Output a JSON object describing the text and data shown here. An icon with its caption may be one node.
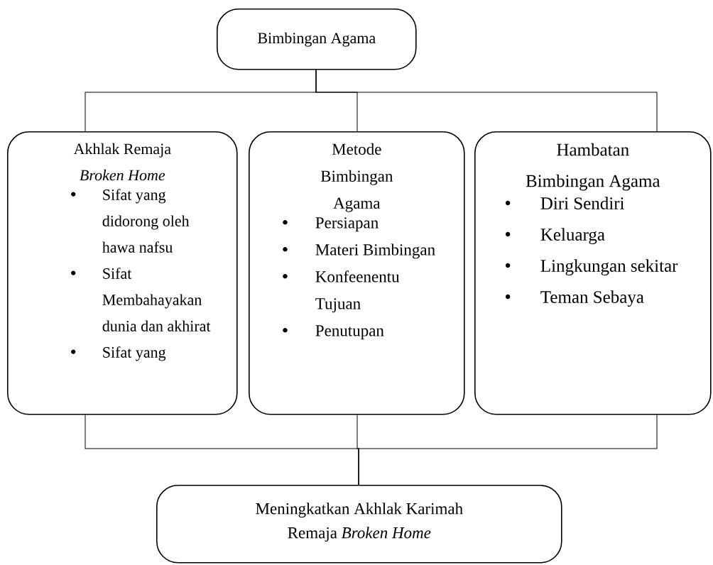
{
  "diagram": {
    "nodes": [
      {
        "text": [
          "Bimbingan Agama"
        ]
      },
      {
        "text": [
          "Akhlak Remaja *Broken Home*",
          "Sifat yang didorong oleh hawa nafsu",
          "Sifat Membahayakan dunia dan akhirat",
          "Sifat yang"
        ]
      },
      {
        "text": [
          "Metode Bimbingan Agama",
          "Persiapan",
          "Materi Bimbingan",
          "Konfeenentu Tujuan",
          "Penutupan"
        ]
      },
      {
        "text": [
          "Hambatan Bimbingan Agama",
          "Diri Sendiri",
          "Keluarga",
          "Lingkungan sekitar",
          "Teman Sebaya"
        ]
      },
      {
        "text": [
          "Meningkatkan Akhlak Karimah Remaja *Broken Home*"
        ]
      }
    ],
    "edges": [
      {
        "from": 0,
        "to": 1,
        "arrow": "none"
      },
      {
        "from": 0,
        "to": 2,
        "arrow": "none"
      },
      {
        "from": 0,
        "to": 3,
        "arrow": "none"
      },
      {
        "from": 1,
        "to": 4,
        "arrow": "none"
      },
      {
        "from": 2,
        "to": 4,
        "arrow": "none"
      },
      {
        "from": 3,
        "to": 4,
        "arrow": "none"
      }
    ]
  }
}
